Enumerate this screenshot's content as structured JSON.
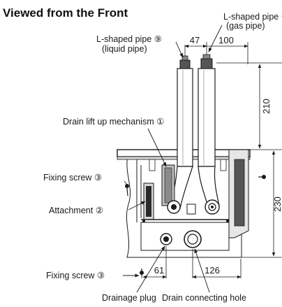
{
  "title": "Viewed from the Front",
  "labels": {
    "gas_pipe_line1": "L-shaped pipe ⑩",
    "gas_pipe_line2": "(gas pipe)",
    "liquid_pipe_line1": "L-shaped pipe ⑨",
    "liquid_pipe_line2": "(liquid pipe)",
    "drain_lift": "Drain lift up mechanism ①",
    "fixing_screw_top": "Fixing screw ③",
    "attachment": "Attachment ②",
    "fixing_screw_bottom": "Fixing screw ③",
    "drainage_plug": "Drainage plug",
    "drain_hole": "Drain connecting hole"
  },
  "dimensions": {
    "d47": "47",
    "d100": "100",
    "d210": "210",
    "d230": "230",
    "d61": "61",
    "d126": "126"
  },
  "colors": {
    "line": "#1a1a1a",
    "body_fill": "#f3f3f3",
    "pipe_fill": "#ffffff",
    "dark_part": "#2a2a2a",
    "grey_part": "#9a9a9a"
  }
}
